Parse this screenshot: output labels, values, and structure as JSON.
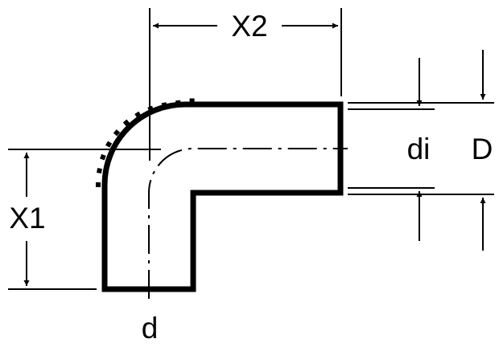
{
  "labels": {
    "x2": "X2",
    "x1": "X1",
    "di": "di",
    "D": "D",
    "d": "d"
  },
  "colors": {
    "ink": "#000000",
    "background": "#ffffff"
  }
}
